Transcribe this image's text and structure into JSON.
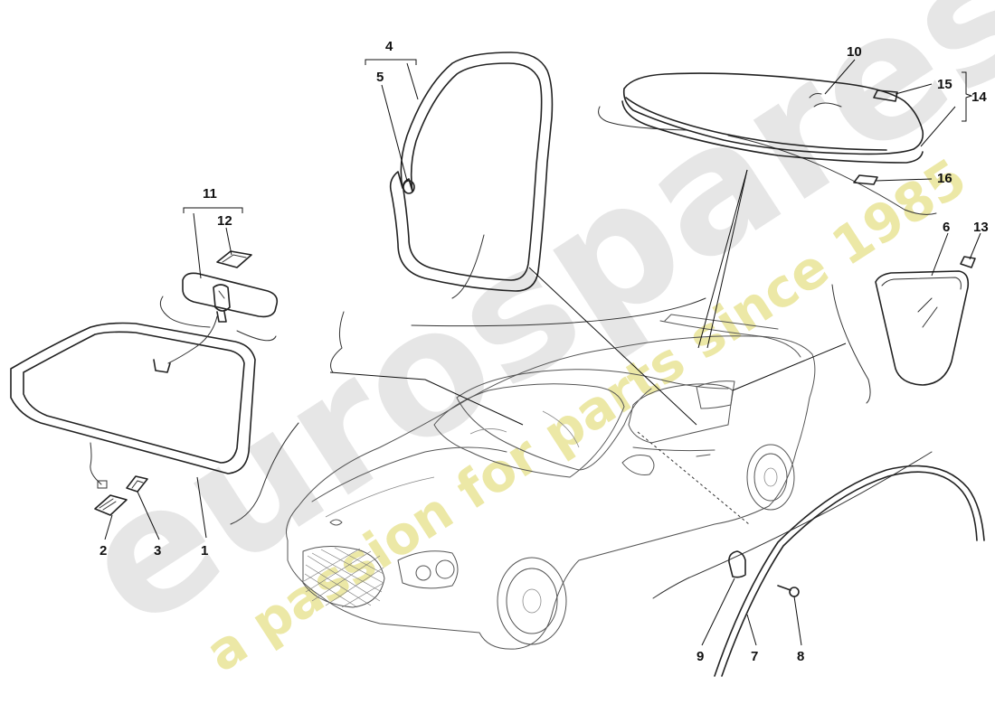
{
  "watermark": {
    "brand": "eurospares",
    "tagline": "a passion for parts since 1985"
  },
  "callouts": {
    "c1": "1",
    "c2": "2",
    "c3": "3",
    "c4": "4",
    "c5": "5",
    "c6": "6",
    "c7": "7",
    "c8": "8",
    "c9": "9",
    "c10": "10",
    "c11": "11",
    "c12": "12",
    "c13": "13",
    "c14": "14",
    "c15": "15",
    "c16": "16"
  }
}
